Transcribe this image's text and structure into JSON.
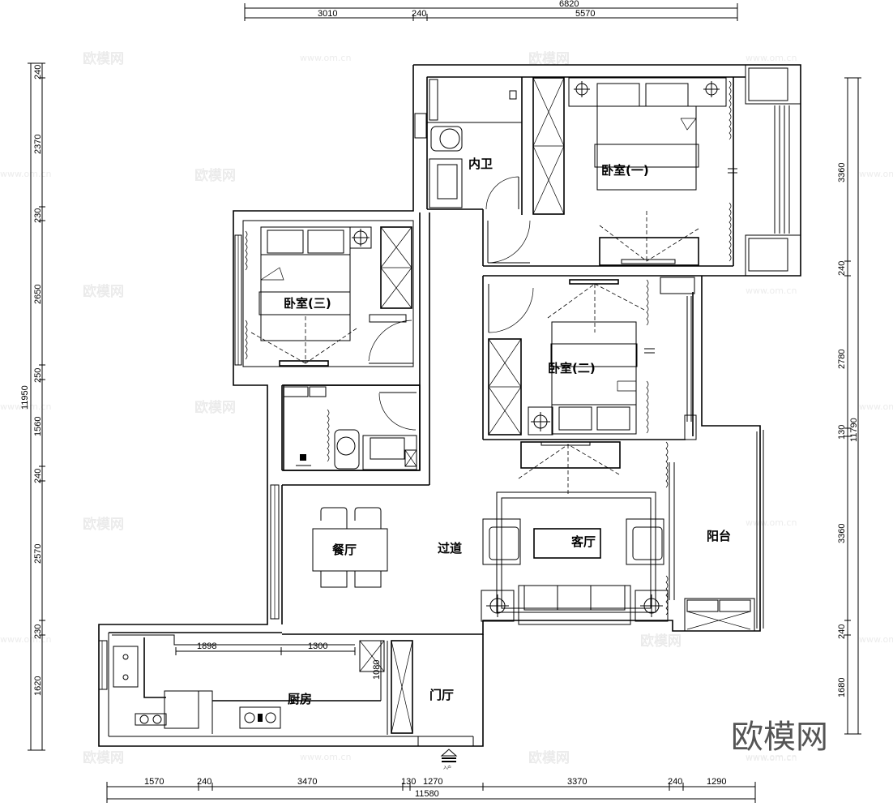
{
  "plan": {
    "rooms": {
      "master_bath": "内卫",
      "bedroom_1": "卧室(一)",
      "bedroom_2": "卧室(二)",
      "bedroom_3": "卧室(三)",
      "dining": "餐厅",
      "corridor": "过道",
      "living": "客厅",
      "balcony": "阳台",
      "kitchen": "厨房",
      "foyer": "门厅"
    },
    "entrance_label": "入户",
    "brand_logo": "欧模网",
    "watermarks": {
      "logo": "欧模网",
      "url": "www.om.cn"
    }
  },
  "dimensions": {
    "top": {
      "total": "6820",
      "segments": [
        "3010",
        "240",
        "5570"
      ]
    },
    "left": {
      "total": "11950",
      "segments": [
        "240",
        "2370",
        "230",
        "2650",
        "250",
        "1560",
        "240",
        "2570",
        "230",
        "1620"
      ]
    },
    "right": {
      "total": "11790",
      "segments": [
        "3360",
        "240",
        "2780",
        "130",
        "3360",
        "240",
        "1680"
      ]
    },
    "bottom": {
      "total": "11580",
      "segments": [
        "1570",
        "240",
        "3470",
        "130",
        "1270",
        "3370",
        "240",
        "1290"
      ]
    },
    "kitchen_inner": [
      "1898",
      "1300",
      "1080"
    ]
  },
  "colors": {
    "line": "#000000",
    "background": "#ffffff",
    "watermark": "#e6e6e6",
    "logo": "#555555"
  }
}
